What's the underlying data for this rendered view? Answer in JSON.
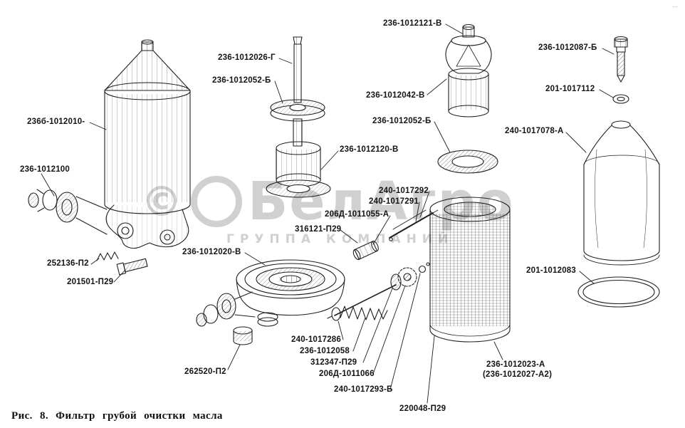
{
  "caption": {
    "text": "Рис. 8. Фильтр грубой очистки масла"
  },
  "corner_mark": "…",
  "watermark": {
    "copyright": "©",
    "name": "БелАгро",
    "tagline": "ГРУППА КОМПАНИЙ"
  },
  "labels": [
    {
      "text": "236-1012121-В"
    },
    {
      "text": "236-1012087-Б"
    },
    {
      "text": "236-1012026-Г"
    },
    {
      "text": "236-1012052-Б"
    },
    {
      "text": "201-1017112"
    },
    {
      "text": "236-1012042-В"
    },
    {
      "text": "236-1012052-Б"
    },
    {
      "text": "240-1017078-А"
    },
    {
      "text": "236б-1012010-"
    },
    {
      "text": "236-1012120-В"
    },
    {
      "text": "236-1012100"
    },
    {
      "text": "240-1017292"
    },
    {
      "text": "240-1017291"
    },
    {
      "text": "206Д-1011055-А"
    },
    {
      "text": "316121-П29"
    },
    {
      "text": "236-1012020-В"
    },
    {
      "text": "252136-П2"
    },
    {
      "text": "201501-П29"
    },
    {
      "text": "201-1012083"
    },
    {
      "text": "240-1017286"
    },
    {
      "text": "236-1012058"
    },
    {
      "text": "312347-П29"
    },
    {
      "text": "206Д-1011066"
    },
    {
      "text": "240-1017293-Б"
    },
    {
      "text": "262520-П2"
    },
    {
      "text": "236-1012023-А"
    },
    {
      "text": "(236-1012027-А2)"
    },
    {
      "text": "220048-П29"
    }
  ]
}
